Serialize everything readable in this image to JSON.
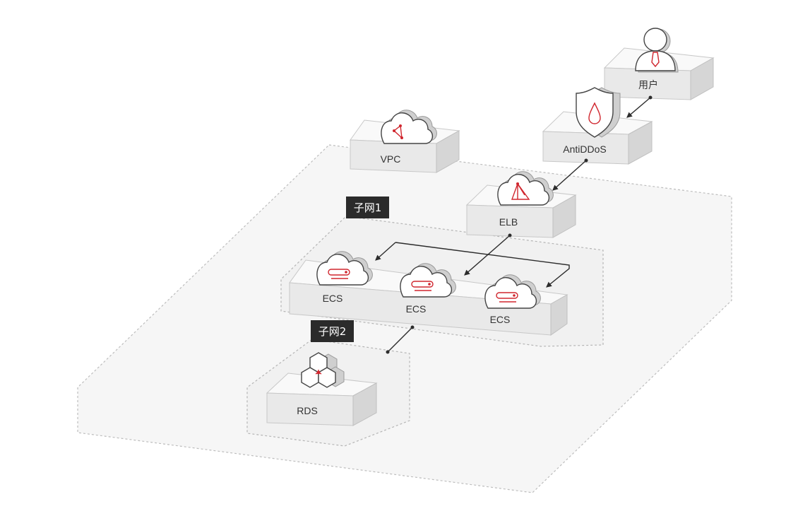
{
  "nodes": {
    "user": {
      "label": "用户",
      "icon": "user-icon"
    },
    "antiddos": {
      "label": "AntiDDoS",
      "icon": "shield-icon"
    },
    "vpc": {
      "label": "VPC",
      "icon": "vpc-cloud-icon"
    },
    "elb": {
      "label": "ELB",
      "icon": "elb-cloud-icon"
    },
    "ecs1": {
      "label": "ECS",
      "icon": "ecs-cloud-icon"
    },
    "ecs2": {
      "label": "ECS",
      "icon": "ecs-cloud-icon"
    },
    "ecs3": {
      "label": "ECS",
      "icon": "ecs-cloud-icon"
    },
    "rds": {
      "label": "RDS",
      "icon": "database-hexagon-icon"
    }
  },
  "subnets": {
    "subnet1": {
      "label": "子网1"
    },
    "subnet2": {
      "label": "子网2"
    }
  },
  "colors": {
    "accent": "#d0262e",
    "tag_background": "#2b2b2b"
  }
}
